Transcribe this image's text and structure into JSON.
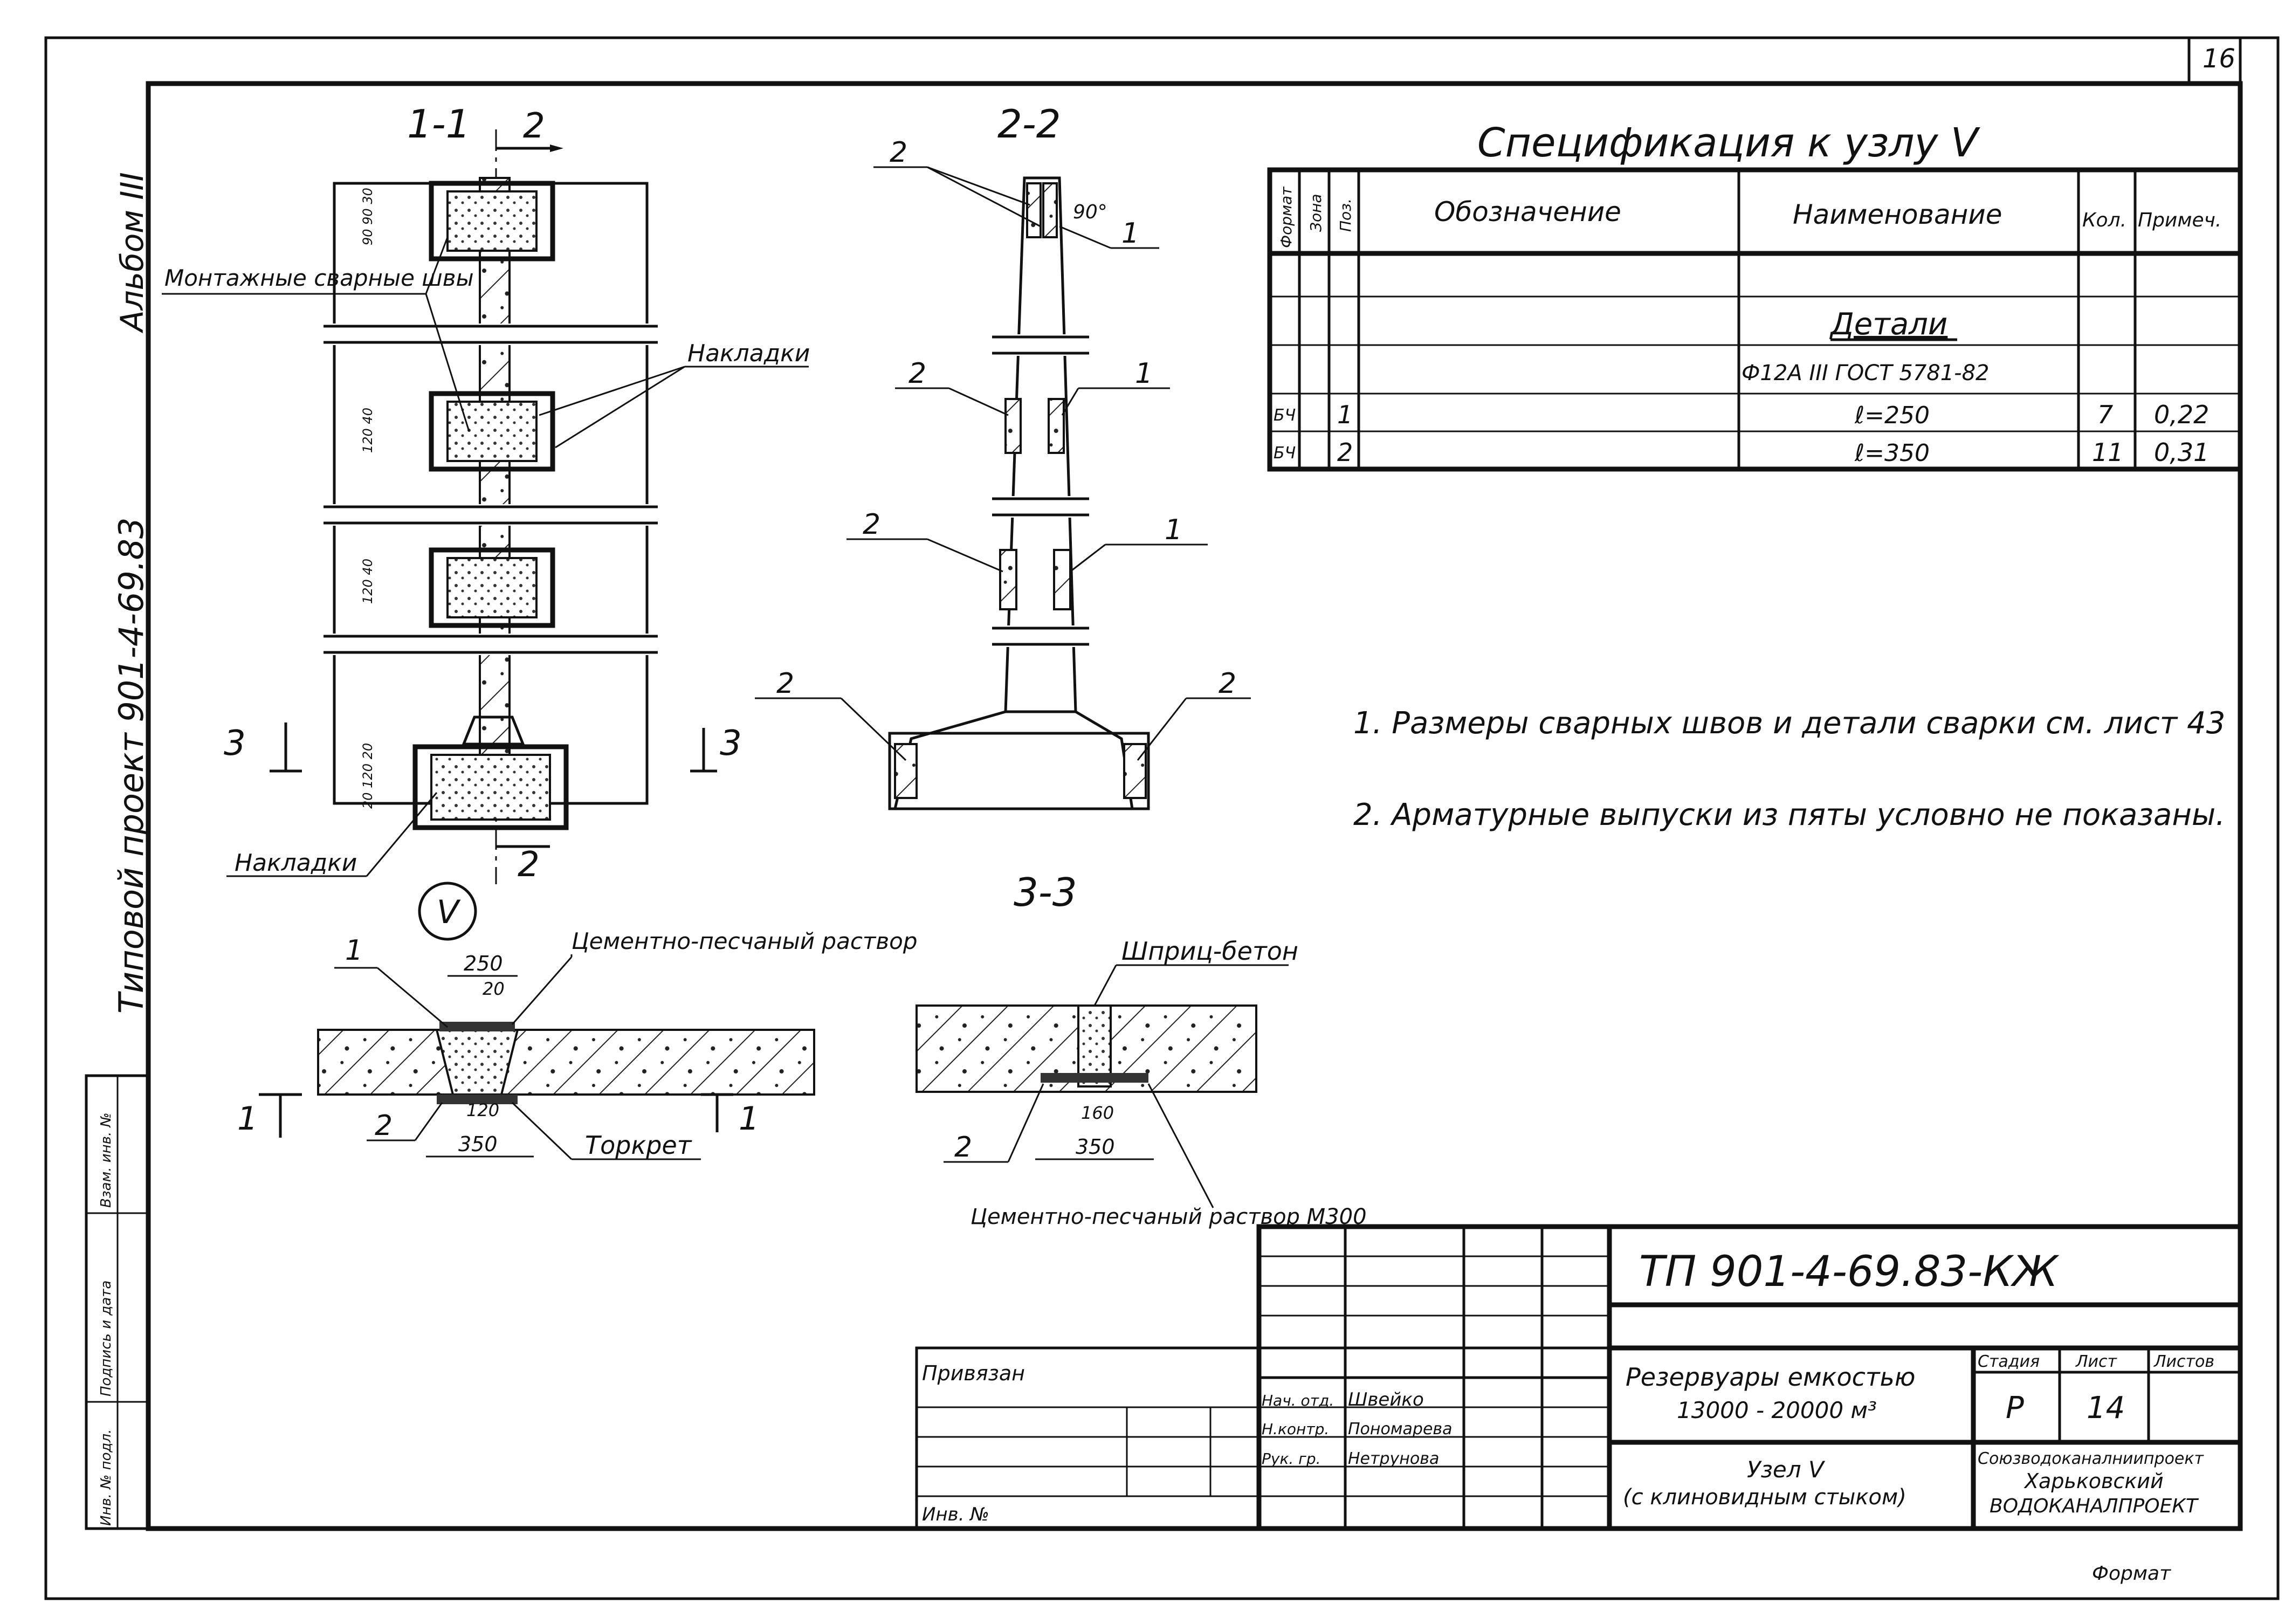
{
  "sheet_number": "16",
  "album": "Альбом III",
  "project": "Типовой проект 901-4-69.83",
  "sections": {
    "s11": "1-1",
    "s22": "2-2",
    "s33": "3-3",
    "cut2": "2",
    "cut3": "3",
    "cut1": "1",
    "node": "V"
  },
  "labels": {
    "montage_seams": "Монтажные сварные швы",
    "nakladki_top": "Накладки",
    "nakladki_bottom": "Накладки",
    "cement_sand_1": "Цементно-песчаный раствор",
    "torkret": "Торкрет",
    "shpric_beton": "Шприц-бетон",
    "cement_sand_2": "Цементно-песчаный раствор М300",
    "angle": "90°",
    "pos1": "1",
    "pos2": "2"
  },
  "dims": {
    "d250": "250",
    "d20": "20",
    "d120": "120",
    "d350a": "350",
    "d160": "160",
    "d350b": "350",
    "v1": "90 90 30",
    "v2": "120 40",
    "v3": "120 40",
    "v4": "20 120 20"
  },
  "spec": {
    "title": "Спецификация к узлу V",
    "headers": [
      "Формат",
      "Зона",
      "Поз.",
      "Обозначение",
      "Наименование",
      "Кол.",
      "Примеч."
    ],
    "group": "Детали",
    "material": "Ф12А III ГОСТ 5781-82",
    "rows": [
      {
        "format": "БЧ",
        "pos": "1",
        "name": "ℓ=250",
        "qty": "7",
        "note": "0,22"
      },
      {
        "format": "БЧ",
        "pos": "2",
        "name": "ℓ=350",
        "qty": "11",
        "note": "0,31"
      }
    ]
  },
  "notes": [
    "1. Размеры сварных швов и детали сварки см. лист 43",
    "2. Арматурные выпуски из пяты условно не показаны."
  ],
  "title_block": {
    "code": "ТП 901-4-69.83-КЖ",
    "object": "Резервуары емкостью",
    "capacity": "13000 - 20000 м³",
    "drawing": "Узел V",
    "drawing_sub": "(с клиновидным стыком)",
    "stage_h": "Стадия",
    "sheet_h": "Лист",
    "sheets_h": "Листов",
    "stage": "Р",
    "sheet": "14",
    "org1": "Союзводоканалниипроект",
    "org2": "Харьковский",
    "org3": "ВОДОКАНАЛПРОЕКТ",
    "privyazan": "Привязан",
    "inv": "Инв. №",
    "roles": [
      "Нач. отд.",
      "Н.контр.",
      "Рук. гр."
    ],
    "names": [
      "Швейко",
      "Пономарева",
      "Нетрунова"
    ]
  },
  "side_stamp": [
    "Инв. № подл.",
    "Подпись и дата",
    "Взам. инв. №"
  ],
  "format": "Формат"
}
